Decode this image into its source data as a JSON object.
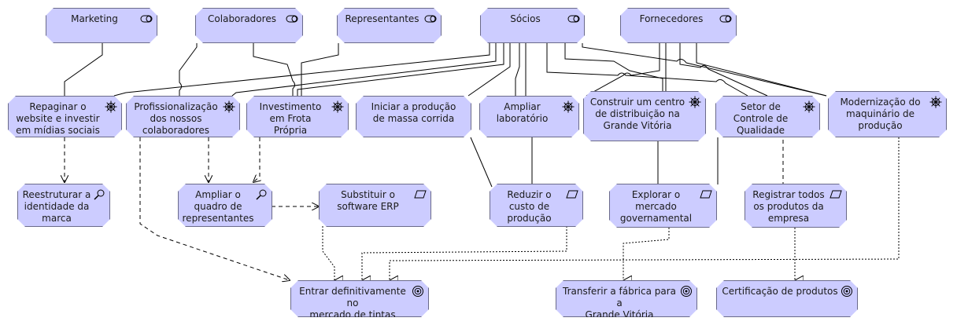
{
  "diagram": {
    "stakeholders": {
      "marketing": "Marketing",
      "colaboradores": "Colaboradores",
      "representantes": "Representantes",
      "socios": "Sócios",
      "fornecedores": "Fornecedores"
    },
    "drivers": {
      "repaginar": "Repaginar o\nwebsite e investir\nem mídias sociais",
      "profissionalizacao": "Profissionalização\ndos nossos\ncolaboradores",
      "investimento": "Investimento\nem Frota\nPrópria",
      "iniciar": "Iniciar a produção\nde massa corrida",
      "ampliar_lab": "Ampliar\nlaboratório",
      "centro": "Construir um centro\nde distribuição na\nGrande Vitória",
      "setor": "Setor de\nControle de\nQualidade",
      "modernizacao": "Modernização do\nmaquinário de\nprodução"
    },
    "assessments": {
      "reestruturar": "Reestruturar a\nidentidade da\nmarca",
      "ampliar_quadro": "Ampliar o\nquadro de\nrepresentantes"
    },
    "requirements": {
      "substituir": "Substituir o\nsoftware ERP",
      "reduzir": "Reduzir o\ncusto de\nprodução",
      "explorar": "Explorar o\nmercado\ngovernamental",
      "registrar": "Registrar todos\nos produtos da\nempresa"
    },
    "goals": {
      "entrar": "Entrar definitivamente no\nmercado de tintas",
      "transferir": "Transferir a fábrica para a\nGrande Vitória",
      "certificacao": "Certificação de produtos"
    }
  },
  "colors": {
    "node_fill": "#ccccff",
    "border": "#6a6a8a",
    "line": "#000000"
  },
  "icons": {
    "stakeholder": "stakeholder-icon",
    "driver": "driver-icon",
    "assessment": "assessment-icon",
    "requirement": "requirement-icon",
    "goal": "goal-icon"
  }
}
